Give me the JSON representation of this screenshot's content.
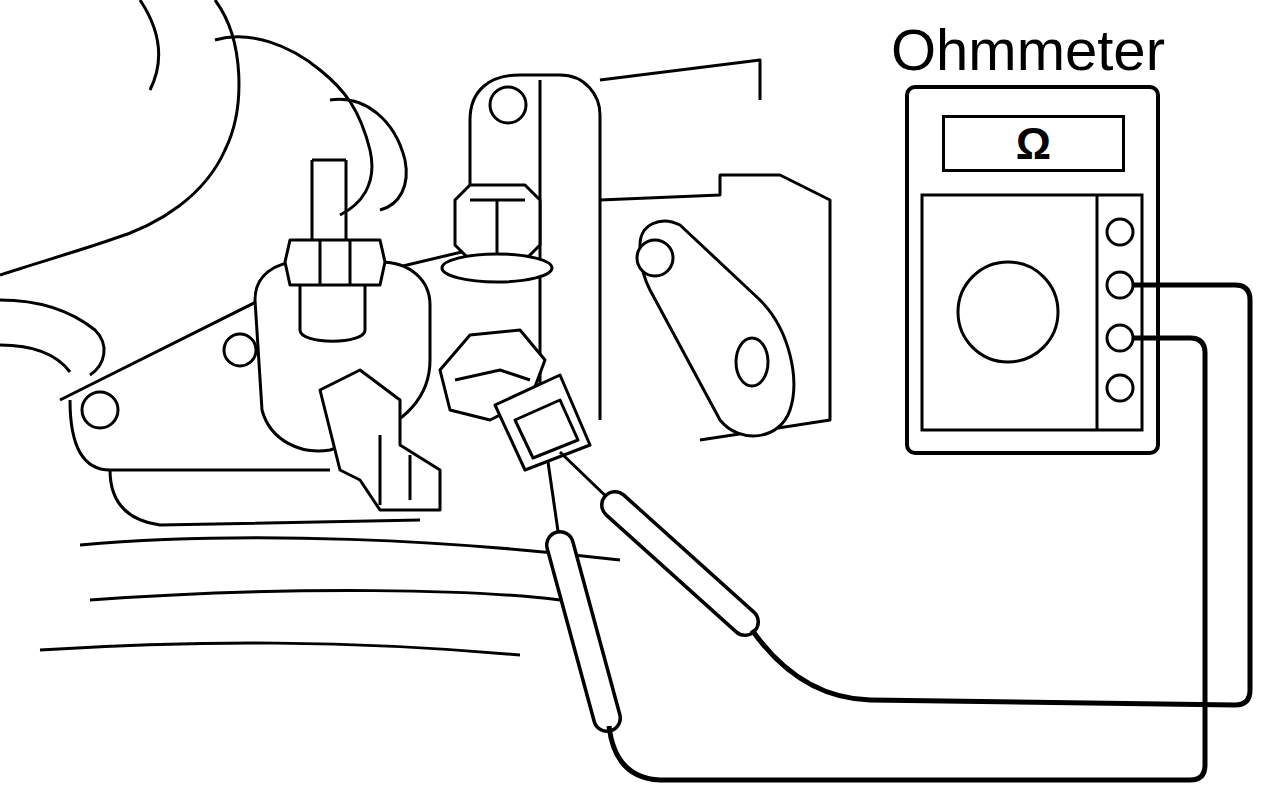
{
  "diagram": {
    "nodes": [
      {
        "text": [
          "Ohmmeter"
        ]
      },
      {
        "text": [
          "Ω"
        ],
        "in": 0
      }
    ]
  }
}
